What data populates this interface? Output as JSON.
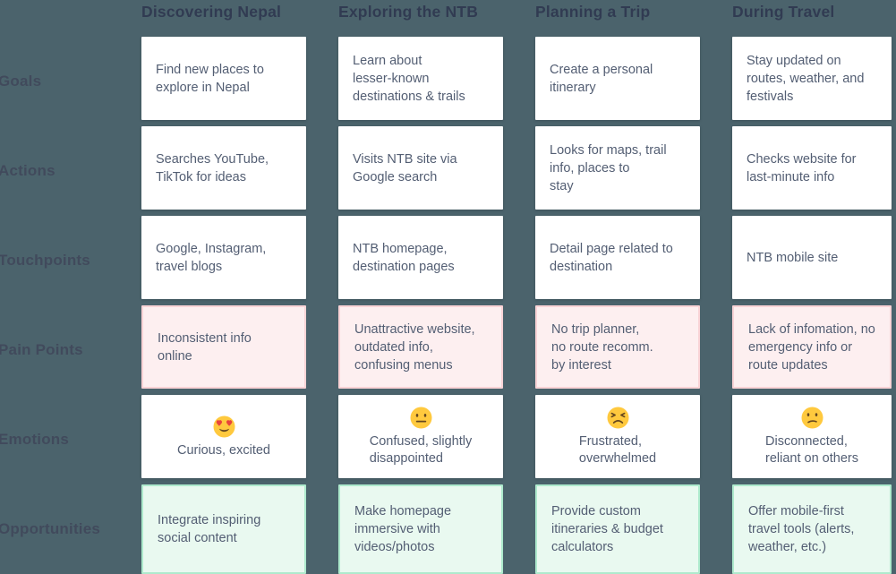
{
  "row_labels": {
    "goals": "Goals",
    "actions": "Actions",
    "touchpoints": "Touchpoints",
    "pain_points": "Pain Points",
    "emotions": "Emotions",
    "opportunities": "Opportunities"
  },
  "stages": [
    {
      "header": "Discovering Nepal",
      "goal": "Find new places to\nexplore in Nepal",
      "action": "Searches YouTube,\nTikTok for ideas",
      "touchpoint": "Google, Instagram,\ntravel blogs",
      "pain_point": "Inconsistent info\nonline",
      "emotion": {
        "icon": "heart-eyes-emoji",
        "label": "Curious, excited"
      },
      "opportunity": "Integrate inspiring\nsocial content"
    },
    {
      "header": "Exploring the NTB",
      "goal": "Learn about\nlesser-known\ndestinations & trails",
      "action": "Visits NTB site via\nGoogle search",
      "touchpoint": "NTB homepage,\ndestination pages",
      "pain_point": "Unattractive website,\noutdated info,\nconfusing menus",
      "emotion": {
        "icon": "neutral-face-emoji",
        "label": "Confused, slightly\ndisappointed"
      },
      "opportunity": "Make homepage\nimmersive with\nvideos/photos"
    },
    {
      "header": "Planning a Trip",
      "goal": "Create a personal\nitinerary",
      "action": "Looks for maps, trail\ninfo, places to\nstay",
      "touchpoint": "Detail page related to\ndestination",
      "pain_point": "No trip planner,\nno route recomm.\nby interest",
      "emotion": {
        "icon": "persevering-face-emoji",
        "label": "Frustrated,\noverwhelmed"
      },
      "opportunity": "Provide custom\nitineraries & budget\ncalculators"
    },
    {
      "header": "During Travel",
      "goal": "Stay updated on\nroutes, weather, and\nfestivals",
      "action": "Checks website for\nlast-minute info",
      "touchpoint": "NTB mobile site",
      "pain_point": "Lack of infomation, no\nemergency info or\nroute updates",
      "emotion": {
        "icon": "confused-face-emoji",
        "label": "Disconnected,\nreliant on others"
      },
      "opportunity": "Offer mobile-first\ntravel tools (alerts,\nweather, etc.)"
    }
  ],
  "colors": {
    "background": "#4b636c",
    "card_background": "#ffffff",
    "pain_card_background": "#fdeff0",
    "pain_card_border": "#f9d3d6",
    "opportunity_card_background": "#e9f9f0",
    "opportunity_card_border": "#aeeacd",
    "header_text": "#313b52",
    "row_label_text": "#414a5c",
    "card_text": "#535e73"
  }
}
